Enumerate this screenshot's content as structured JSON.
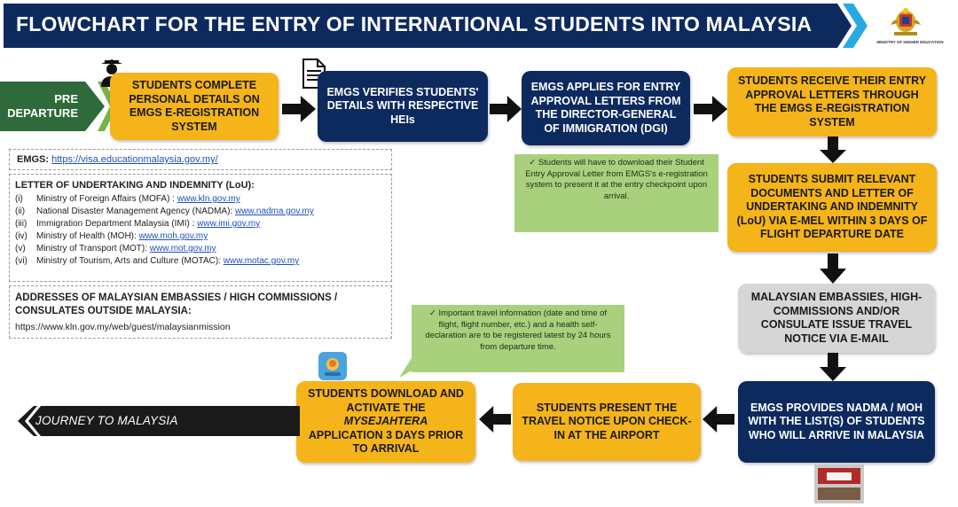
{
  "header": {
    "title": "FLOWCHART FOR THE ENTRY OF INTERNATIONAL STUDENTS INTO MALAYSIA",
    "ministry": "MINISTRY OF HIGHER EDUCATION"
  },
  "pre_departure": "PRE DEPARTURE",
  "steps": {
    "s1": "STUDENTS COMPLETE PERSONAL DETAILS ON EMGS E-REGISTRATION SYSTEM",
    "s2": "EMGS VERIFIES STUDENTS' DETAILS WITH RESPECTIVE HEIs",
    "s3": "EMGS APPLIES FOR ENTRY APPROVAL LETTERS FROM THE DIRECTOR-GENERAL OF IMMIGRATION (DGI)",
    "s4": "STUDENTS RECEIVE THEIR ENTRY APPROVAL LETTERS THROUGH THE EMGS E-REGISTRATION SYSTEM",
    "s5": "STUDENTS SUBMIT RELEVANT DOCUMENTS AND LETTER OF UNDERTAKING AND INDEMNITY (LoU) VIA E-MEL WITHIN 3 DAYS OF FLIGHT DEPARTURE DATE",
    "s6": "MALAYSIAN EMBASSIES, HIGH-COMMISSIONS AND/OR CONSULATE ISSUE TRAVEL NOTICE VIA E-MAIL",
    "s7": "EMGS PROVIDES NADMA / MOH WITH THE LIST(S) OF STUDENTS WHO WILL ARRIVE IN MALAYSIA",
    "s8": "STUDENTS PRESENT THE TRAVEL NOTICE UPON CHECK-IN AT THE AIRPORT",
    "s9_a": "STUDENTS DOWNLOAD AND ACTIVATE THE",
    "s9_b": "MYSEJAHTERA",
    "s9_c": "APPLICATION 3 DAYS PRIOR TO ARRIVAL"
  },
  "notes": {
    "n1": "✓ Students will have to download their Student Entry Approval Letter from EMGS's e-registration system to present it at the entry checkpoint upon arrival.",
    "n2": "✓ Important travel information (date and time of flight, flight number, etc.) and a health self-declaration are to be registered latest by 24 hours from departure time."
  },
  "emgs": {
    "label": "EMGS:",
    "url": "https://visa.educationmalaysia.gov.my/"
  },
  "lou": {
    "title": "LETTER OF UNDERTAKING AND INDEMNITY (LoU):",
    "rows": [
      {
        "num": "(i)",
        "text": "Ministry of Foreign Affairs (MOFA) :",
        "url": "www.kln.gov.my"
      },
      {
        "num": "(ii)",
        "text": "National Disaster Management Agency (NADMA):",
        "url": "www.nadma.gov.my"
      },
      {
        "num": "(iii)",
        "text": "Immigration Department Malaysia (IMI) :",
        "url": "www.imi.gov.my"
      },
      {
        "num": "(iv)",
        "text": "Ministry of Health (MOH):",
        "url": "www.moh.gov.my"
      },
      {
        "num": "(v)",
        "text": "Ministry of Transport (MOT):",
        "url": "www.mot.gov.my"
      },
      {
        "num": "(vi)",
        "text": "Ministry of Tourism, Arts and Culture (MOTAC):",
        "url": "www.motac.gov.my"
      }
    ]
  },
  "addresses": {
    "title": "ADDRESSES OF MALAYSIAN EMBASSIES / HIGH COMMISSIONS / CONSULATES OUTSIDE MALAYSIA:",
    "url": "https://www.kln.gov.my/web/guest/malaysianmission"
  },
  "journey": "JOURNEY TO MALAYSIA",
  "colors": {
    "navy": "#0d2a5e",
    "yellow": "#f4b41a",
    "grey": "#d6d6d6",
    "green_note": "#a9d17d",
    "accent_blue": "#29a9e1"
  }
}
